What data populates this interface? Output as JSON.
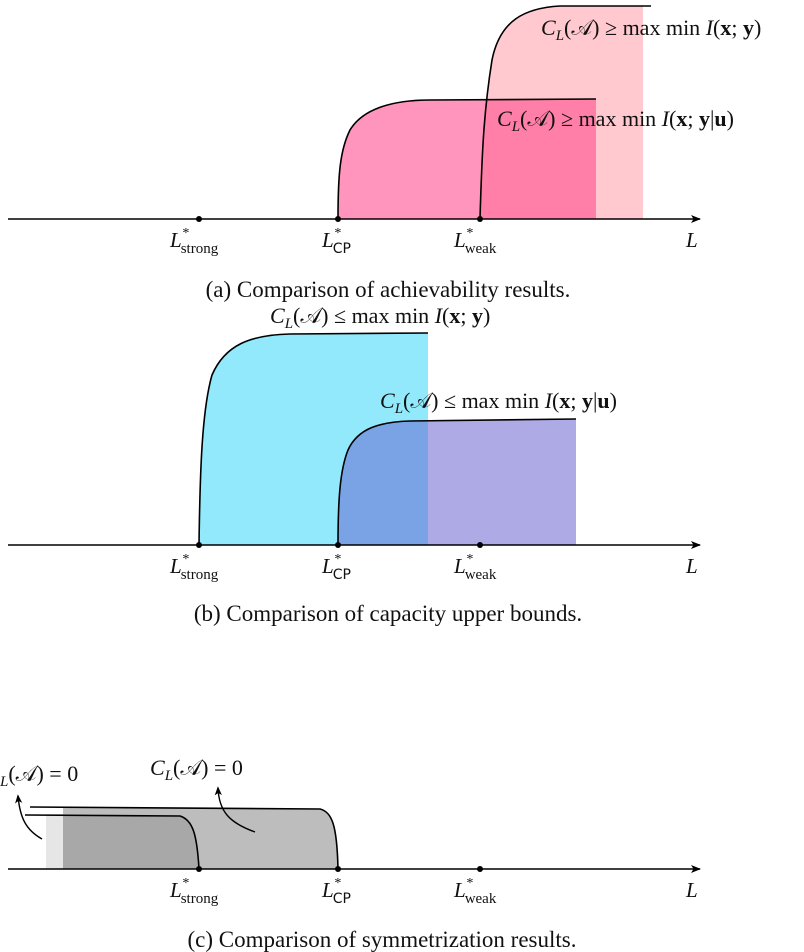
{
  "colors": {
    "achievability_pink": "#ff8fb8",
    "achievability_light": "#ffc9cf",
    "achievability_overlap": "#ff7fa8",
    "upper_cyan": "#8fe8fb",
    "upper_purple": "#a9a6e6",
    "upper_overlap": "#79a3e6",
    "sym_light": "#e6e6e6",
    "sym_mid": "#bcbcbc",
    "sym_dark": "#a6a6a6",
    "axis": "#000000"
  },
  "axis": {
    "strong": {
      "base": "L",
      "sup": "*",
      "sub": "strong"
    },
    "cp": {
      "base": "L",
      "sup": "*",
      "sub": "CP"
    },
    "weak": {
      "base": "L",
      "sup": "*",
      "sub": "weak"
    },
    "end": "L"
  },
  "panel_a": {
    "label_xy": {
      "prefix": "C",
      "sub": "L",
      "cal": "(𝒜)",
      "rel": " ≥ max min ",
      "mi": "I",
      "open": "(",
      "x": "x",
      "semi": "; ",
      "y": "y",
      "close": ")"
    },
    "label_xyu": {
      "prefix": "C",
      "sub": "L",
      "cal": "(𝒜)",
      "rel": " ≥ max min ",
      "mi": "I",
      "open": "(",
      "x": "x",
      "semi": "; ",
      "y": "y",
      "bar": "|",
      "u": "u",
      "close": ")"
    },
    "caption": "(a) Comparison of achievability results."
  },
  "panel_b": {
    "label_xy": {
      "prefix": "C",
      "sub": "L",
      "cal": "(𝒜)",
      "rel": " ≤ max min ",
      "mi": "I",
      "open": "(",
      "x": "x",
      "semi": "; ",
      "y": "y",
      "close": ")"
    },
    "label_xyu": {
      "prefix": "C",
      "sub": "L",
      "cal": "(𝒜)",
      "rel": " ≤ max min ",
      "mi": "I",
      "open": "(",
      "x": "x",
      "semi": "; ",
      "y": "y",
      "bar": "|",
      "u": "u",
      "close": ")"
    },
    "caption": "(b) Comparison of capacity upper bounds."
  },
  "panel_c": {
    "label_left": {
      "prefix": "",
      "sub": "L",
      "rel": "(𝒜) = 0"
    },
    "label_right": {
      "prefix": "C",
      "sub": "L",
      "rel": "(𝒜) = 0"
    },
    "caption": "(c) Comparison of symmetrization results."
  }
}
